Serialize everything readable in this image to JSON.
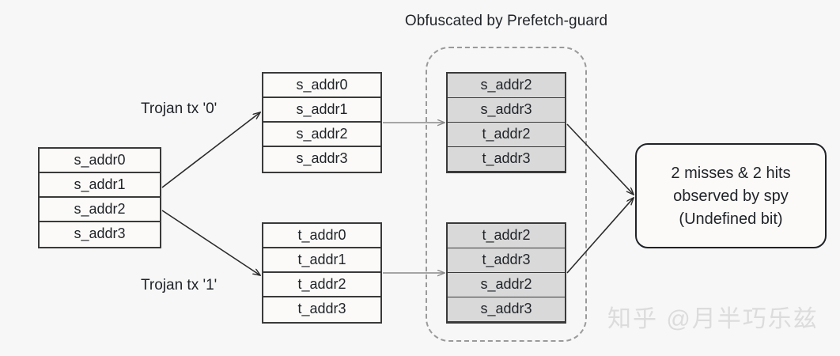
{
  "title": "Obfuscated by Prefetch-guard",
  "tables": {
    "source": {
      "name": "source-address-table",
      "rows": [
        "s_addr0",
        "s_addr1",
        "s_addr2",
        "s_addr3"
      ]
    },
    "trojan_tx0": {
      "name": "trojan-tx0-table",
      "rows": [
        "s_addr0",
        "s_addr1",
        "s_addr2",
        "s_addr3"
      ]
    },
    "trojan_tx1": {
      "name": "trojan-tx1-table",
      "rows": [
        "t_addr0",
        "t_addr1",
        "t_addr2",
        "t_addr3"
      ]
    },
    "obfuscated_tx0": {
      "name": "obfuscated-tx0-table",
      "rows": [
        "s_addr2",
        "s_addr3",
        "t_addr2",
        "t_addr3"
      ]
    },
    "obfuscated_tx1": {
      "name": "obfuscated-tx1-table",
      "rows": [
        "t_addr2",
        "t_addr3",
        "s_addr2",
        "s_addr3"
      ]
    }
  },
  "labels": {
    "tx0": "Trojan tx '0'",
    "tx1": "Trojan tx '1'"
  },
  "outcome": {
    "line1": "2 misses & 2 hits",
    "line2": "observed by spy",
    "line3": "(Undefined bit)"
  },
  "watermark": "知乎 @月半巧乐兹",
  "colors": {
    "background": "#f7f7f7",
    "stroke": "#3a3a3a",
    "shaded_fill": "#d9d9d9",
    "plain_fill": "#fbfaf8",
    "guard_dash": "#9a9a9a",
    "arrow_dark": "#2b2b2b",
    "arrow_gray": "#8a8a8a",
    "watermark": "#dcdcdc"
  }
}
